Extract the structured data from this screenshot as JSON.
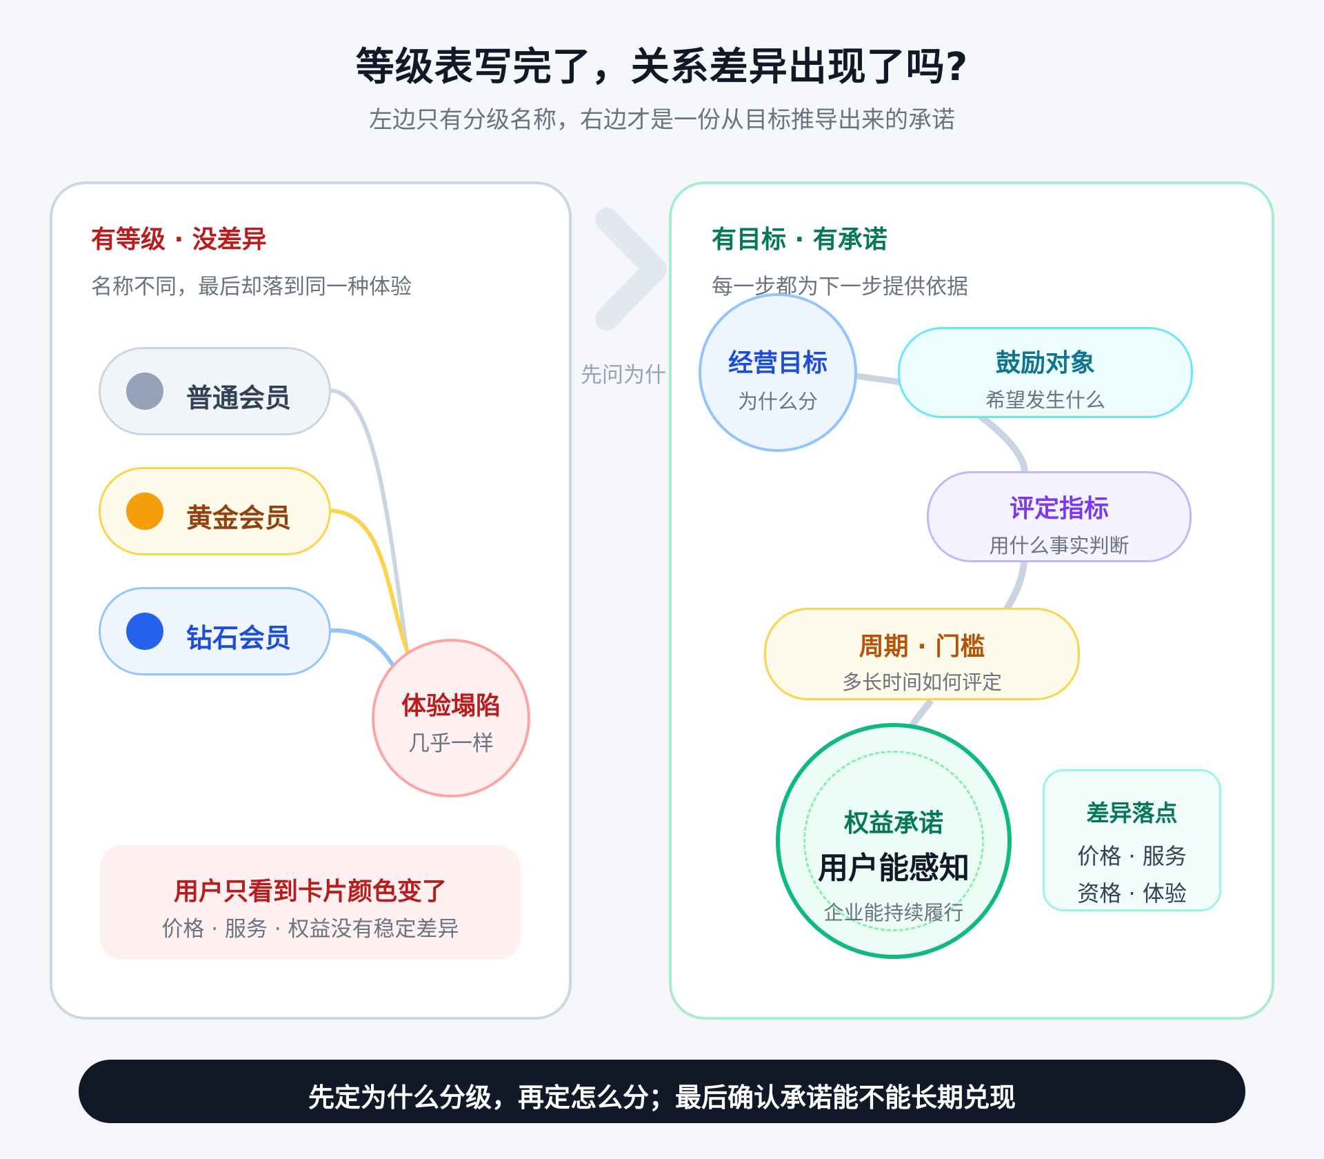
{
  "title": "等级表写完了，关系差异出现了吗?",
  "subtitle": "左边只有分级名称，右边才是一份从目标推导出来的承诺",
  "left_panel": {
    "heading": "有等级 · 没差异",
    "subheading": "名称不同，最后却落到同一种体验",
    "tiers": [
      {
        "label": "普通会员",
        "dot_color": "#94a3b8"
      },
      {
        "label": "黄金会员",
        "dot_color": "#f59e0b"
      },
      {
        "label": "钻石会员",
        "dot_color": "#2563eb"
      }
    ],
    "collapse_node": {
      "title": "体验塌陷",
      "subtitle": "几乎一样"
    },
    "note": {
      "title": "用户只看到卡片颜色变了",
      "text": "价格 · 服务 · 权益没有稳定差异"
    }
  },
  "middle": {
    "label": "先问为什"
  },
  "right_panel": {
    "heading": "有目标 · 有承诺",
    "subheading": "每一步都为下一步提供依据",
    "goal": {
      "title": "经营目标",
      "subtitle": "为什么分"
    },
    "encourage": {
      "title": "鼓励对象",
      "subtitle": "希望发生什么"
    },
    "metric": {
      "title": "评定指标",
      "subtitle": "用什么事实判断"
    },
    "period": {
      "title": "周期 · 门槛",
      "subtitle": "多长时间如何评定"
    },
    "commit": {
      "title": "权益承诺",
      "main": "用户能感知",
      "subtitle": "企业能持续履行"
    },
    "diff": {
      "title": "差异落点",
      "line1": "价格 · 服务",
      "line2": "资格 · 体验"
    }
  },
  "bottom": "先定为什么分级，再定怎么分；最后确认承诺能不能长期兑现",
  "colors": {
    "red": "#b91c1c",
    "green": "#047857",
    "blue": "#1d4ed8",
    "teal": "#0e7490",
    "purple": "#7c3aed",
    "orange": "#b45309"
  }
}
